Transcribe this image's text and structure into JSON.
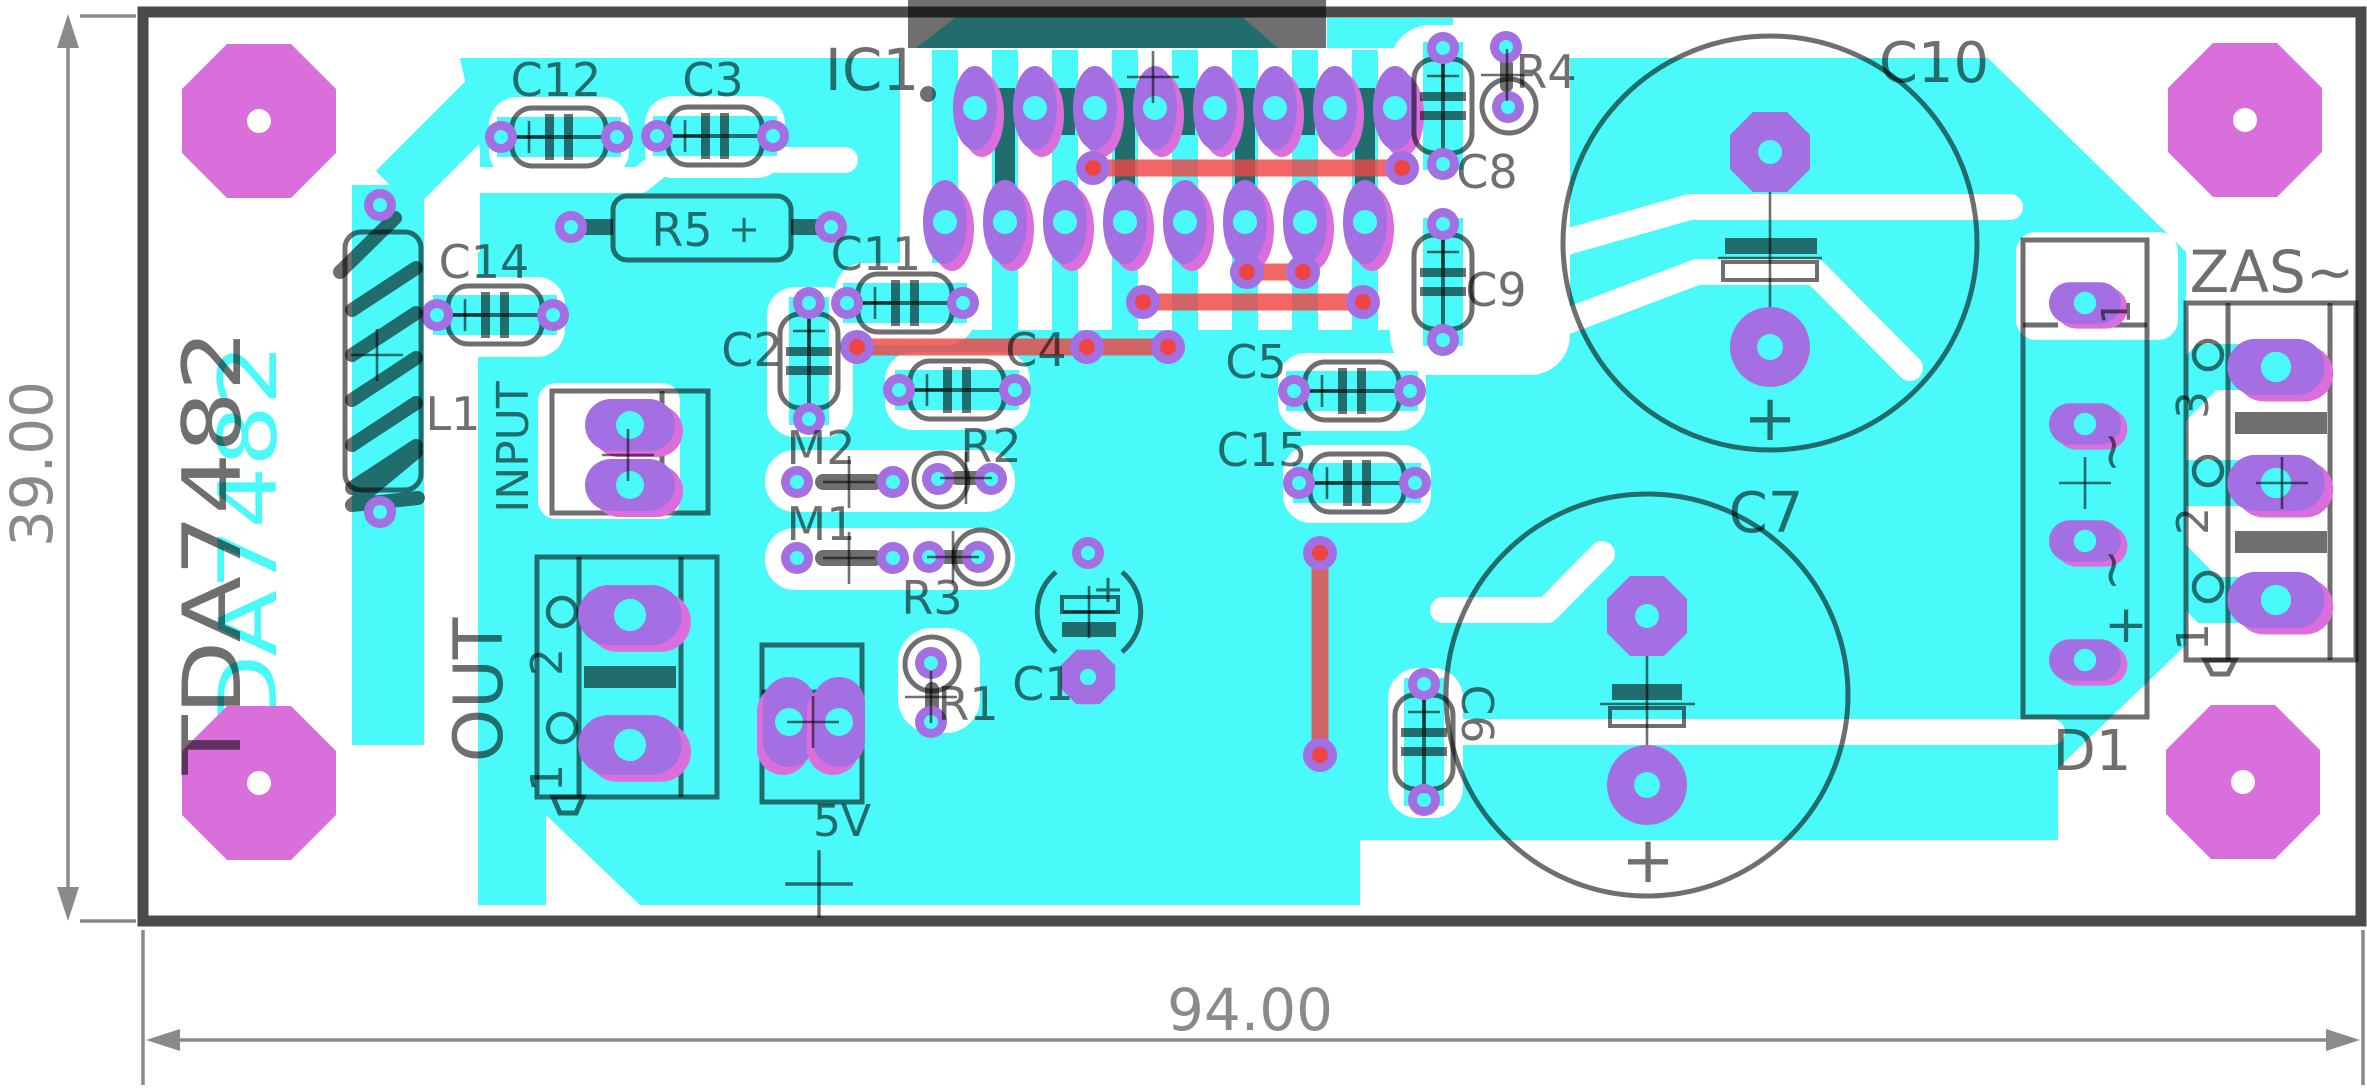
{
  "refs": {
    "ic1": "IC1",
    "c1": "C1",
    "c2": "C2",
    "c3": "C3",
    "c4": "C4",
    "c5": "C5",
    "c6": "C6",
    "c7": "C7",
    "c8": "C8",
    "c9": "C9",
    "c10": "C10",
    "c11": "C11",
    "c12": "C12",
    "c14": "C14",
    "c15": "C15",
    "r1": "R1",
    "r2": "R2",
    "r3": "R3",
    "r4": "R4",
    "r5": "R5",
    "m1": "M1",
    "m2": "M2",
    "l1": "L1",
    "d1": "D1"
  },
  "connectors": {
    "input": "INPUT",
    "out": "OUT",
    "v5": "5V",
    "zas": "ZAS~"
  },
  "pins": {
    "out_1": "1",
    "out_2": "2",
    "zas_1": "1",
    "zas_2": "2",
    "zas_3": "3",
    "d1_1": "1",
    "d1_ac": "~",
    "d1_plus": "+"
  },
  "copper_text": "TDA7482",
  "silk_text": "TDA7482",
  "dims": {
    "width": "94.00",
    "height": "39.00"
  },
  "marks": {
    "plus": "+"
  },
  "colors": {
    "copper": "#4AFAFA",
    "pad_violet": "#A46FE3",
    "pad_magenta": "#DB6EDD",
    "mount_hole": "#D96FDB",
    "jumper_wire": "#EF4444",
    "silkscreen": "#6F6F6F",
    "board_edge": "#4A4A4A",
    "dimension": "#8A8A8A"
  }
}
